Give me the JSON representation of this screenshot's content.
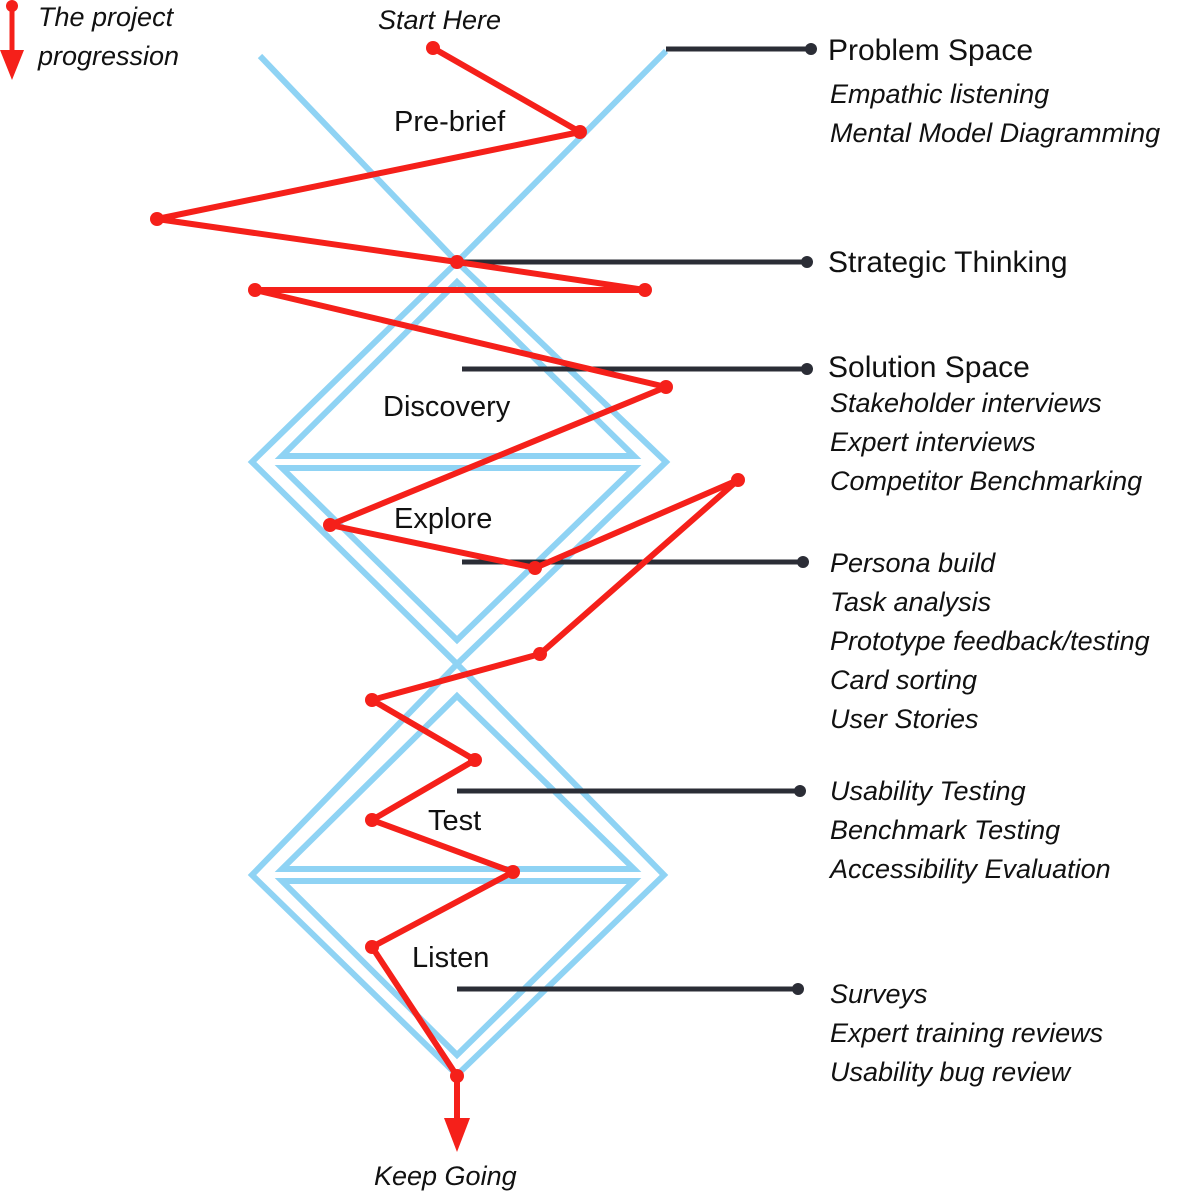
{
  "legend": {
    "line1": "The project",
    "line2": "progression"
  },
  "start_label": "Start Here",
  "end_label": "Keep Going",
  "stages": {
    "prebrief": "Pre-brief",
    "discovery": "Discovery",
    "explore": "Explore",
    "test": "Test",
    "listen": "Listen"
  },
  "sections": {
    "problem_space": {
      "title": "Problem Space",
      "items": [
        "Empathic listening",
        "Mental Model Diagramming"
      ]
    },
    "strategic_thinking": {
      "title": "Strategic Thinking"
    },
    "solution_space": {
      "title": "Solution Space",
      "items": [
        "Stakeholder interviews",
        "Expert interviews",
        "Competitor Benchmarking"
      ]
    },
    "explore_methods": {
      "items": [
        "Persona build",
        "Task analysis",
        "Prototype feedback/testing",
        "Card sorting",
        "User Stories"
      ]
    },
    "test_methods": {
      "items": [
        "Usability Testing",
        "Benchmark Testing",
        "Accessibility Evaluation"
      ]
    },
    "listen_methods": {
      "items": [
        "Surveys",
        "Expert training reviews",
        "Usability bug review"
      ]
    }
  },
  "colors": {
    "progression": "#f5201a",
    "framework": "#8fd3f4",
    "connector": "#2b2d36"
  }
}
